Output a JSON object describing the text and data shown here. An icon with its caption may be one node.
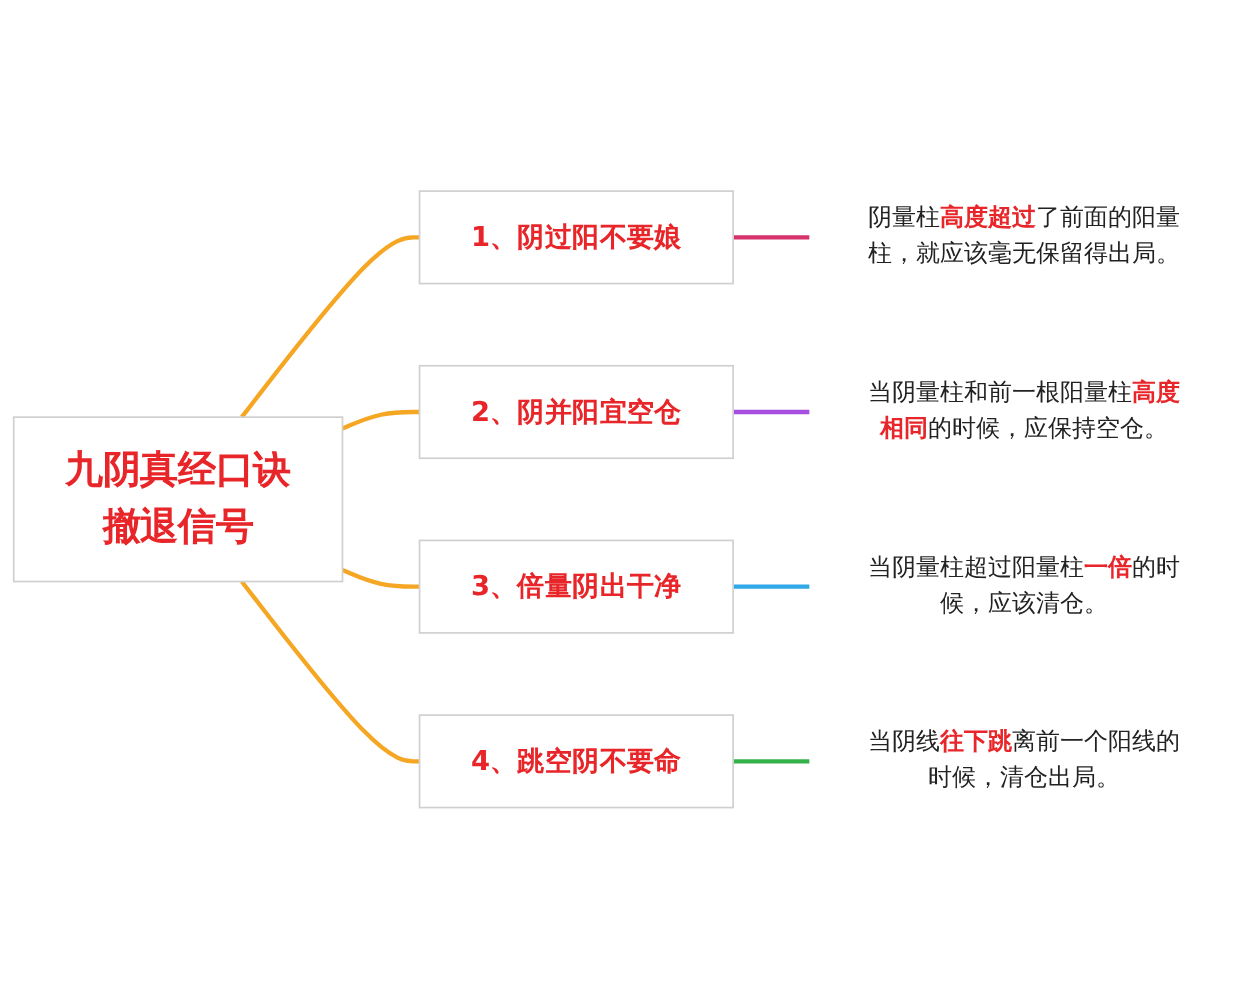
{
  "diagram": {
    "nodes": [
      {
        "text": [
          "九阴真经口诀",
          "撤退信号"
        ]
      },
      {
        "text": [
          "1、阴过阳不要娘"
        ]
      },
      {
        "text": [
          "2、阴并阳宜空仓"
        ]
      },
      {
        "text": [
          "3、倍量阴出干净"
        ]
      },
      {
        "text": [
          "4、跳空阴不要命"
        ]
      },
      {
        "text": [
          "阴量柱**高度超过**了前面的阳量柱，就应该毫无保留得出局。"
        ]
      },
      {
        "text": [
          "当阴量柱和前一根阳量柱**高度相同**的时候，应保持空仓。"
        ]
      },
      {
        "text": [
          "当阴量柱超过阳量柱**一倍**的时候，应该清仓。"
        ]
      },
      {
        "text": [
          "当阴线**往下跳**离前一个阳线的时候，清仓出局。"
        ]
      }
    ],
    "edges": [
      {
        "from": 0,
        "to": 1,
        "arrow": "none",
        "color": "#f5a623"
      },
      {
        "from": 0,
        "to": 2,
        "arrow": "none",
        "color": "#f5a623"
      },
      {
        "from": 0,
        "to": 3,
        "arrow": "none",
        "color": "#f5a623"
      },
      {
        "from": 0,
        "to": 4,
        "arrow": "none",
        "color": "#f5a623"
      },
      {
        "from": 1,
        "to": 5,
        "arrow": "none",
        "color": "#d6336c"
      },
      {
        "from": 2,
        "to": 6,
        "arrow": "none",
        "color": "#a64ee0"
      },
      {
        "from": 3,
        "to": 7,
        "arrow": "none",
        "color": "#2ea8e6"
      },
      {
        "from": 4,
        "to": 8,
        "arrow": "none",
        "color": "#34b24a"
      }
    ]
  }
}
